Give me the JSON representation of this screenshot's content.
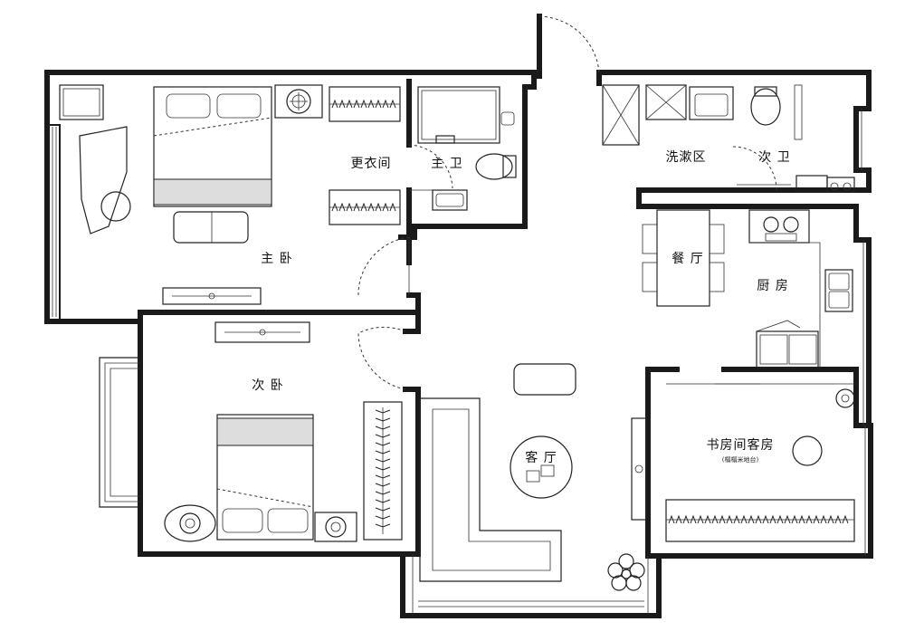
{
  "rooms": {
    "master_bedroom": "主 卧",
    "walk_in_closet": "更衣间",
    "master_bath": "主 卫",
    "wash_area": "洗漱区",
    "second_bath": "次 卫",
    "dining": "餐 厅",
    "kitchen": "厨 房",
    "second_bedroom": "次 卧",
    "living_room": "客 厅",
    "study_guest_room": "书房间客房",
    "study_guest_note": "(榻榻米地台)"
  },
  "colors": {
    "wall": "#1a1a1a",
    "line": "#222222",
    "background": "#ffffff"
  }
}
